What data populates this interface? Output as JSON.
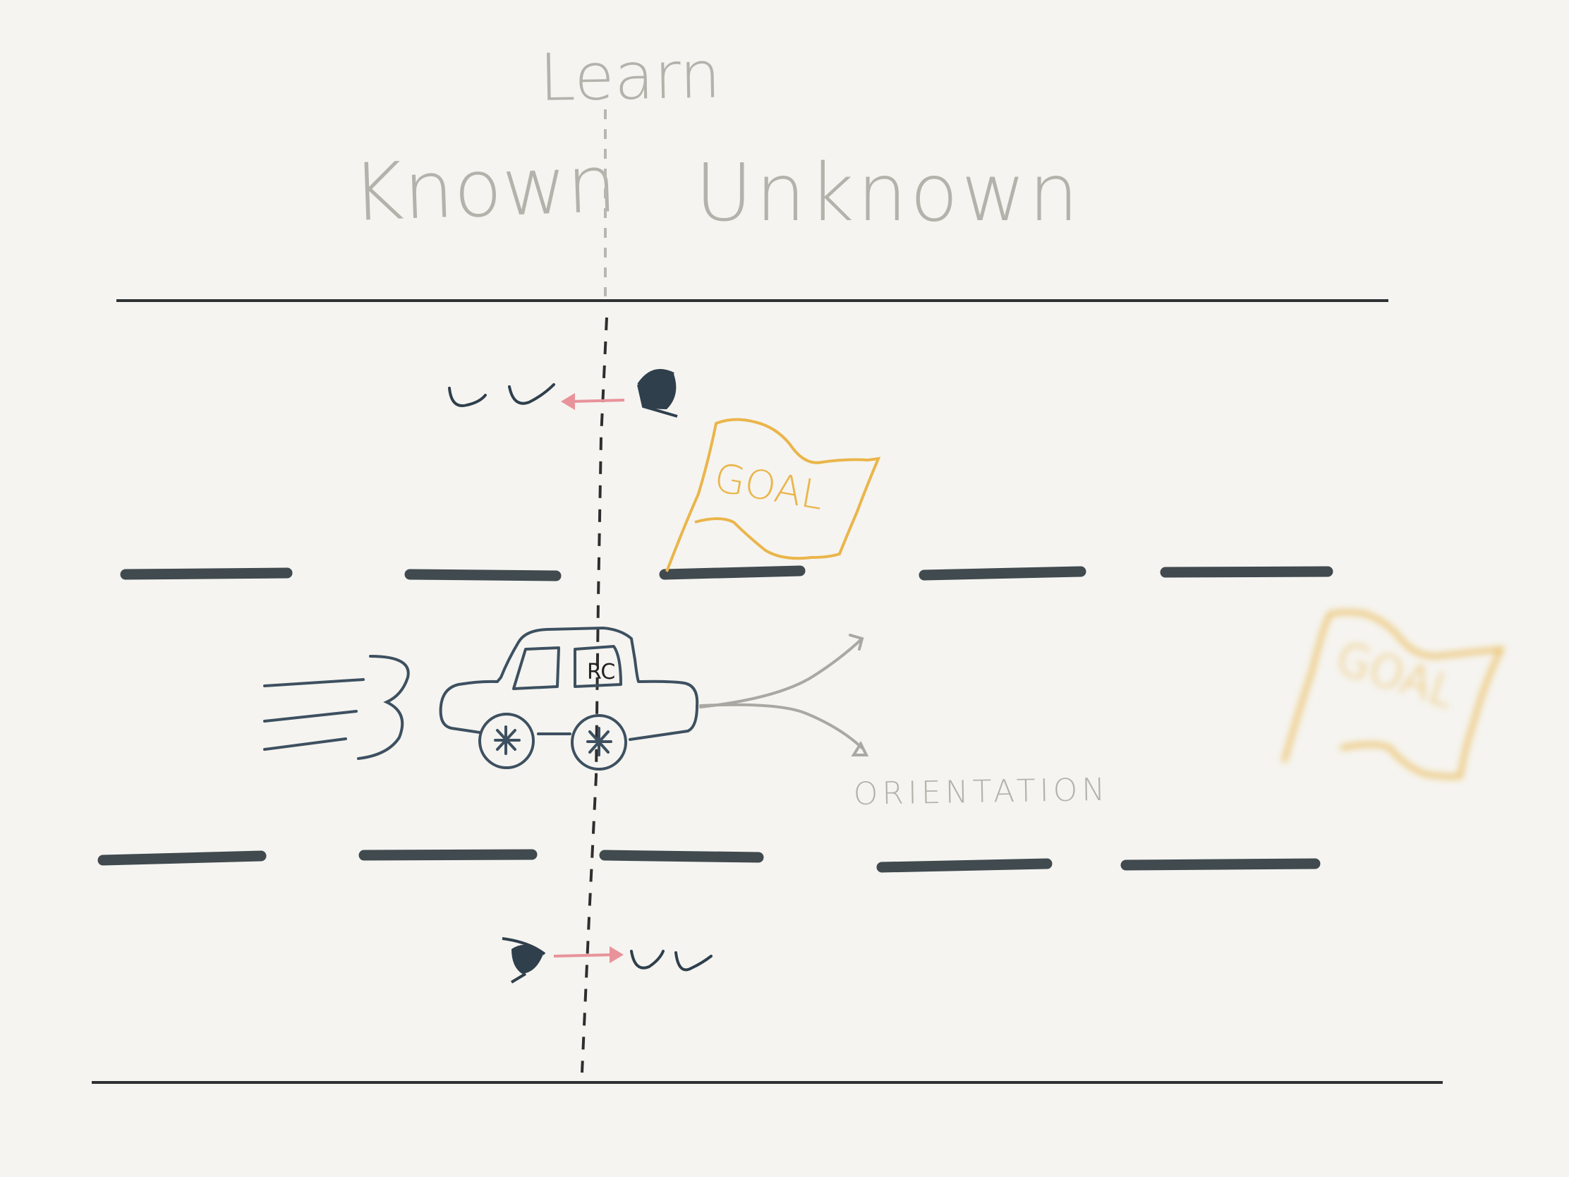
{
  "title": "Learn",
  "left_label": "Known",
  "right_label": "Unknown",
  "flag_text": "GOAL",
  "faded_flag_text": "GOAL",
  "arrow_label": "ORIENTATION",
  "driver_initials": "RC",
  "colors": {
    "background": "#f5f4f0",
    "road": "#2e3134",
    "lane_dash": "#404a4f",
    "car_outline": "#3d5060",
    "label_gray": "#b3b2ab",
    "goal_gold": "#eab54a",
    "arrow_pink": "#e8939a",
    "eye": "#2f3f4c"
  },
  "icons": [
    "car-icon",
    "goal-flag-icon",
    "faded-goal-flag-icon",
    "eye-icon",
    "speed-lines-icon",
    "closed-eye-icon"
  ]
}
